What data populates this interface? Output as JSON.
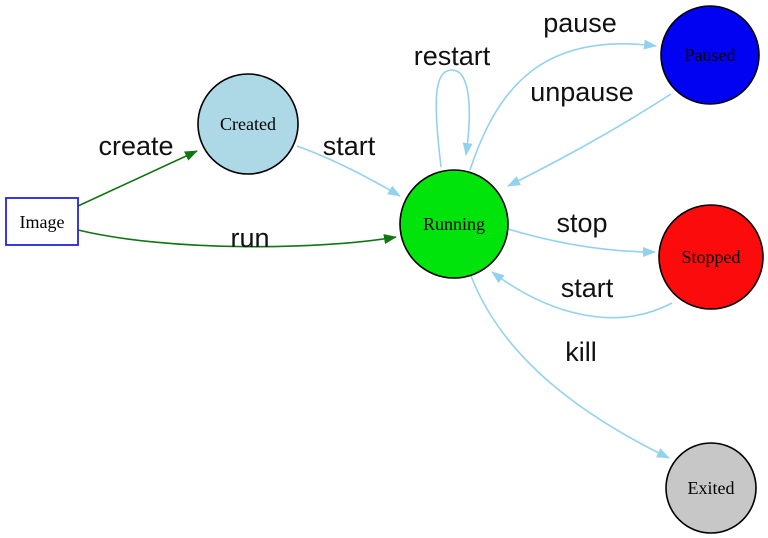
{
  "diagram": {
    "type": "state-diagram",
    "subject": "container lifecycle states",
    "colors": {
      "edge_blue": "#93d2ef",
      "edge_green": "#117511",
      "node_border": "#000000",
      "image_border": "#2323dd",
      "background": "#ffffff"
    },
    "nodes": {
      "image": {
        "label": "Image",
        "shape": "rect",
        "fill": "#ffffff"
      },
      "created": {
        "label": "Created",
        "shape": "circle",
        "fill": "#add8e6"
      },
      "running": {
        "label": "Running",
        "shape": "circle",
        "fill": "#00e40b"
      },
      "paused": {
        "label": "Paused",
        "shape": "circle",
        "fill": "#0202f2"
      },
      "stopped": {
        "label": "Stopped",
        "shape": "circle",
        "fill": "#fb0b0b"
      },
      "exited": {
        "label": "Exited",
        "shape": "circle",
        "fill": "#c7c7c7"
      }
    },
    "edges": {
      "create": {
        "label": "create",
        "from": "Image",
        "to": "Created"
      },
      "run": {
        "label": "run",
        "from": "Image",
        "to": "Running"
      },
      "start_created": {
        "label": "start",
        "from": "Created",
        "to": "Running"
      },
      "restart": {
        "label": "restart",
        "from": "Running",
        "to": "Running"
      },
      "pause": {
        "label": "pause",
        "from": "Running",
        "to": "Paused"
      },
      "unpause": {
        "label": "unpause",
        "from": "Paused",
        "to": "Running"
      },
      "stop": {
        "label": "stop",
        "from": "Running",
        "to": "Stopped"
      },
      "start_stopped": {
        "label": "start",
        "from": "Stopped",
        "to": "Running"
      },
      "kill": {
        "label": "kill",
        "from": "Running",
        "to": "Exited"
      }
    }
  }
}
